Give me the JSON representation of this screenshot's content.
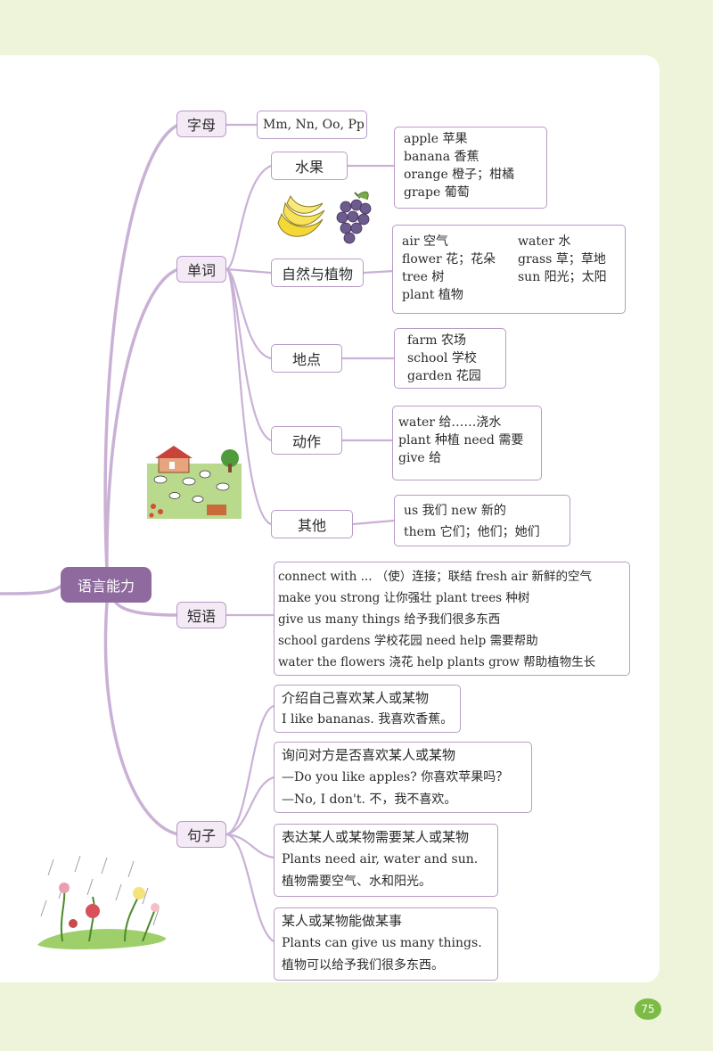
{
  "root_label": "语言能力",
  "branches": {
    "letters": "字母",
    "words": "单词",
    "phrases": "短语",
    "sentences": "句子"
  },
  "letters_box": "Mm, Nn, Oo, Pp",
  "word_groups": {
    "fruit": {
      "label": "水果",
      "lines": [
        "apple 苹果",
        "banana 香蕉",
        "orange 橙子；柑橘",
        "grape 葡萄"
      ]
    },
    "nature": {
      "label": "自然与植物",
      "left": [
        "air 空气",
        "flower 花；花朵",
        "tree 树",
        "plant 植物"
      ],
      "right": [
        "water 水",
        "grass 草；草地",
        "sun 阳光；太阳"
      ]
    },
    "places": {
      "label": "地点",
      "lines": [
        "farm 农场",
        "school 学校",
        "garden 花园"
      ]
    },
    "actions": {
      "label": "动作",
      "lines": [
        "water 给……浇水",
        "plant 种植   need 需要",
        "give 给"
      ]
    },
    "others": {
      "label": "其他",
      "lines": [
        "us 我们   new 新的",
        "them 它们；他们；她们"
      ]
    }
  },
  "phrases": [
    "connect with ... （使）连接；联结    fresh air 新鲜的空气",
    "make you strong 让你强壮    plant trees 种树",
    "give us many things 给予我们很多东西",
    "school gardens 学校花园    need help 需要帮助",
    "water the flowers 浇花    help plants grow 帮助植物生长"
  ],
  "sentences": [
    {
      "heading": "介绍自己喜欢某人或某物",
      "lines": [
        "I like bananas. 我喜欢香蕉。"
      ]
    },
    {
      "heading": "询问对方是否喜欢某人或某物",
      "lines": [
        "—Do you like apples? 你喜欢苹果吗？",
        "—No, I don't. 不，我不喜欢。"
      ]
    },
    {
      "heading": "表达某人或某物需要某人或某物",
      "lines": [
        "Plants need air, water and sun.",
        "植物需要空气、水和阳光。"
      ]
    },
    {
      "heading": "某人或某物能做某事",
      "lines": [
        "Plants can give us many things.",
        "植物可以给予我们很多东西。"
      ]
    }
  ],
  "page_number": "75",
  "colors": {
    "line": "#c9b1d6",
    "border": "#b89bc6",
    "root": "#8e6a9e",
    "background": "#eef4da"
  }
}
